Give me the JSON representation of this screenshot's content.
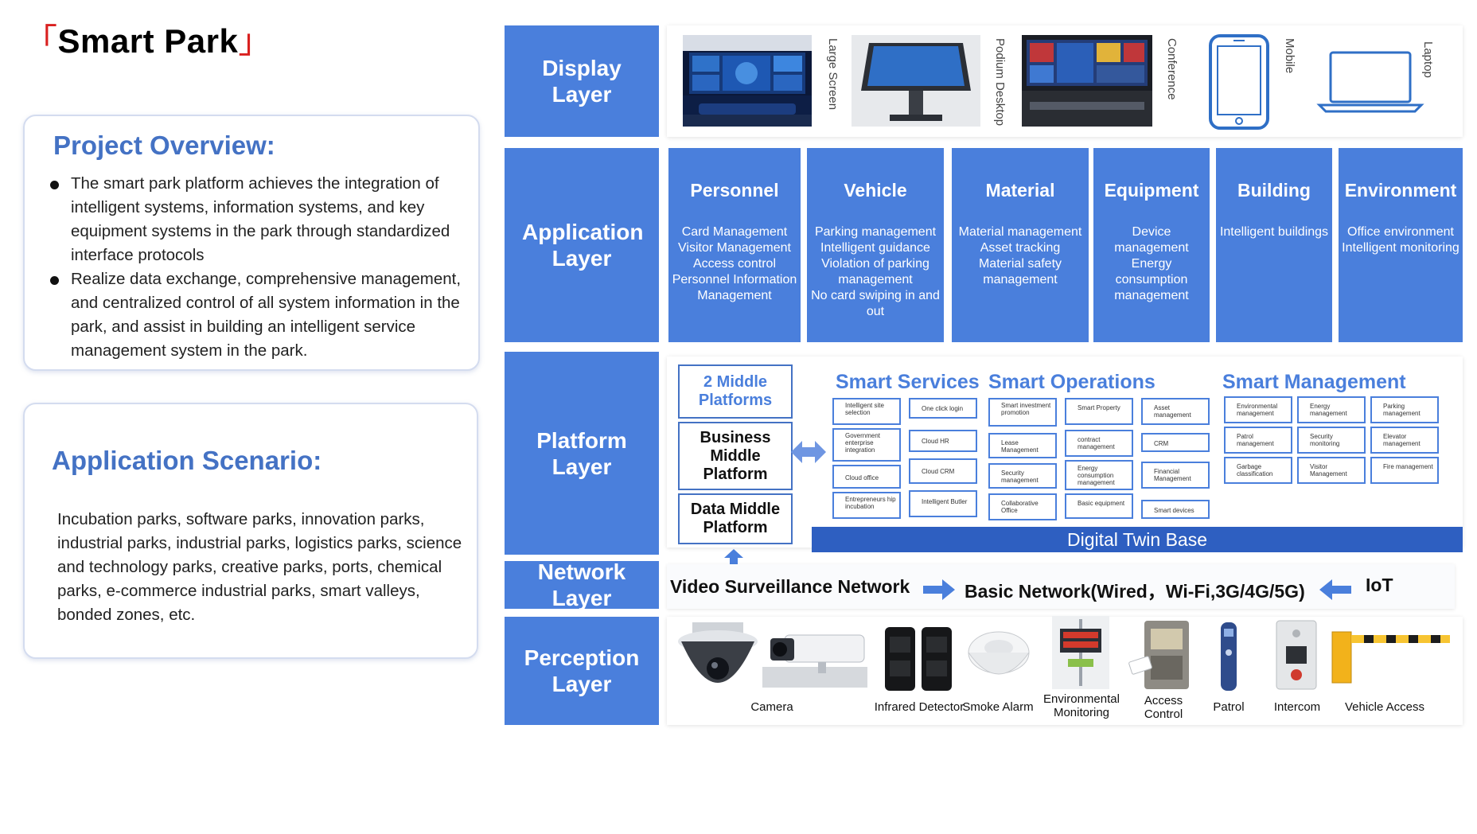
{
  "title": "Smart Park",
  "overview": {
    "heading": "Project Overview:",
    "bullets": [
      "The smart park platform achieves the integration of intelligent systems, information systems, and key equipment systems in the park through  standardized interface protocols",
      "Realize data exchange, comprehensive management, and centralized control of all system information in the park, and assist in building an intelligent service management system in the park."
    ]
  },
  "scenario": {
    "heading": "Application Scenario:",
    "text": "Incubation parks, software parks, innovation parks, industrial parks, industrial parks, logistics parks, science and technology parks, creative parks, ports, chemical parks, e-commerce industrial parks, smart valleys, bonded zones, etc."
  },
  "layers": {
    "display": "Display Layer",
    "application": "Application Layer",
    "platform": "Platform Layer",
    "network": "Network Layer",
    "perception": "Perception Layer"
  },
  "display_devices": [
    "Large Screen",
    "Podium Desktop",
    "Conference",
    "Mobile",
    "Laptop"
  ],
  "applications": [
    {
      "title": "Personnel",
      "desc": "Card Management\nVisitor Management\nAccess control\nPersonnel Information Management"
    },
    {
      "title": "Vehicle",
      "desc": "Parking management\nIntelligent guidance\nViolation of parking management\nNo card swiping in and out"
    },
    {
      "title": "Material",
      "desc": "Material management\nAsset tracking\nMaterial safety management"
    },
    {
      "title": "Equipment",
      "desc": "Device management\nEnergy consumption management"
    },
    {
      "title": "Building",
      "desc": "Intelligent buildings"
    },
    {
      "title": "Environment",
      "desc": "Office environment\nIntelligent monitoring"
    }
  ],
  "platform": {
    "middle_platforms": "2 Middle Platforms",
    "business_middle": "Business Middle Platform",
    "data_middle": "Data Middle Platform",
    "sections": [
      "Smart Services",
      "Smart Operations",
      "Smart Management"
    ],
    "services_col1": [
      "Intelligent site selection",
      "Government enterprise integration",
      "Cloud office",
      "Entrepreneurs hip incubation"
    ],
    "services_col2": [
      "One click login",
      "Cloud HR",
      "Cloud CRM",
      "Intelligent Butler"
    ],
    "operations_col1": [
      "Smart investment promotion",
      "Lease Management",
      "Security management",
      "Collaborative Office"
    ],
    "operations_col2": [
      "Smart Property",
      "contract management",
      "Energy consumption management",
      "Basic equipment"
    ],
    "operations_col3": [
      "Asset management",
      "CRM",
      "Financial Management",
      "Smart devices"
    ],
    "management_col1": [
      "Environmental management",
      "Patrol management",
      "Garbage classification"
    ],
    "management_col2": [
      "Energy management",
      "Security monitoring",
      "Visitor Management"
    ],
    "management_col3": [
      "Parking management",
      "Elevator management",
      "Fire management"
    ],
    "twin_base": "Digital Twin Base"
  },
  "network": {
    "video": "Video Surveillance Network",
    "basic": "Basic Network(Wired，Wi-Fi,3G/4G/5G)",
    "iot": "IoT"
  },
  "perception_devices": [
    "Camera",
    "Infrared Detector",
    "Smoke Alarm",
    "Environmental Monitoring",
    "Access Control",
    "Patrol",
    "Intercom",
    "Vehicle Access"
  ],
  "colors": {
    "accent": "#4a7fdc",
    "heading_blue": "#4472c4",
    "twin_base": "#2e5fc1",
    "bracket_red": "#d9201f"
  }
}
